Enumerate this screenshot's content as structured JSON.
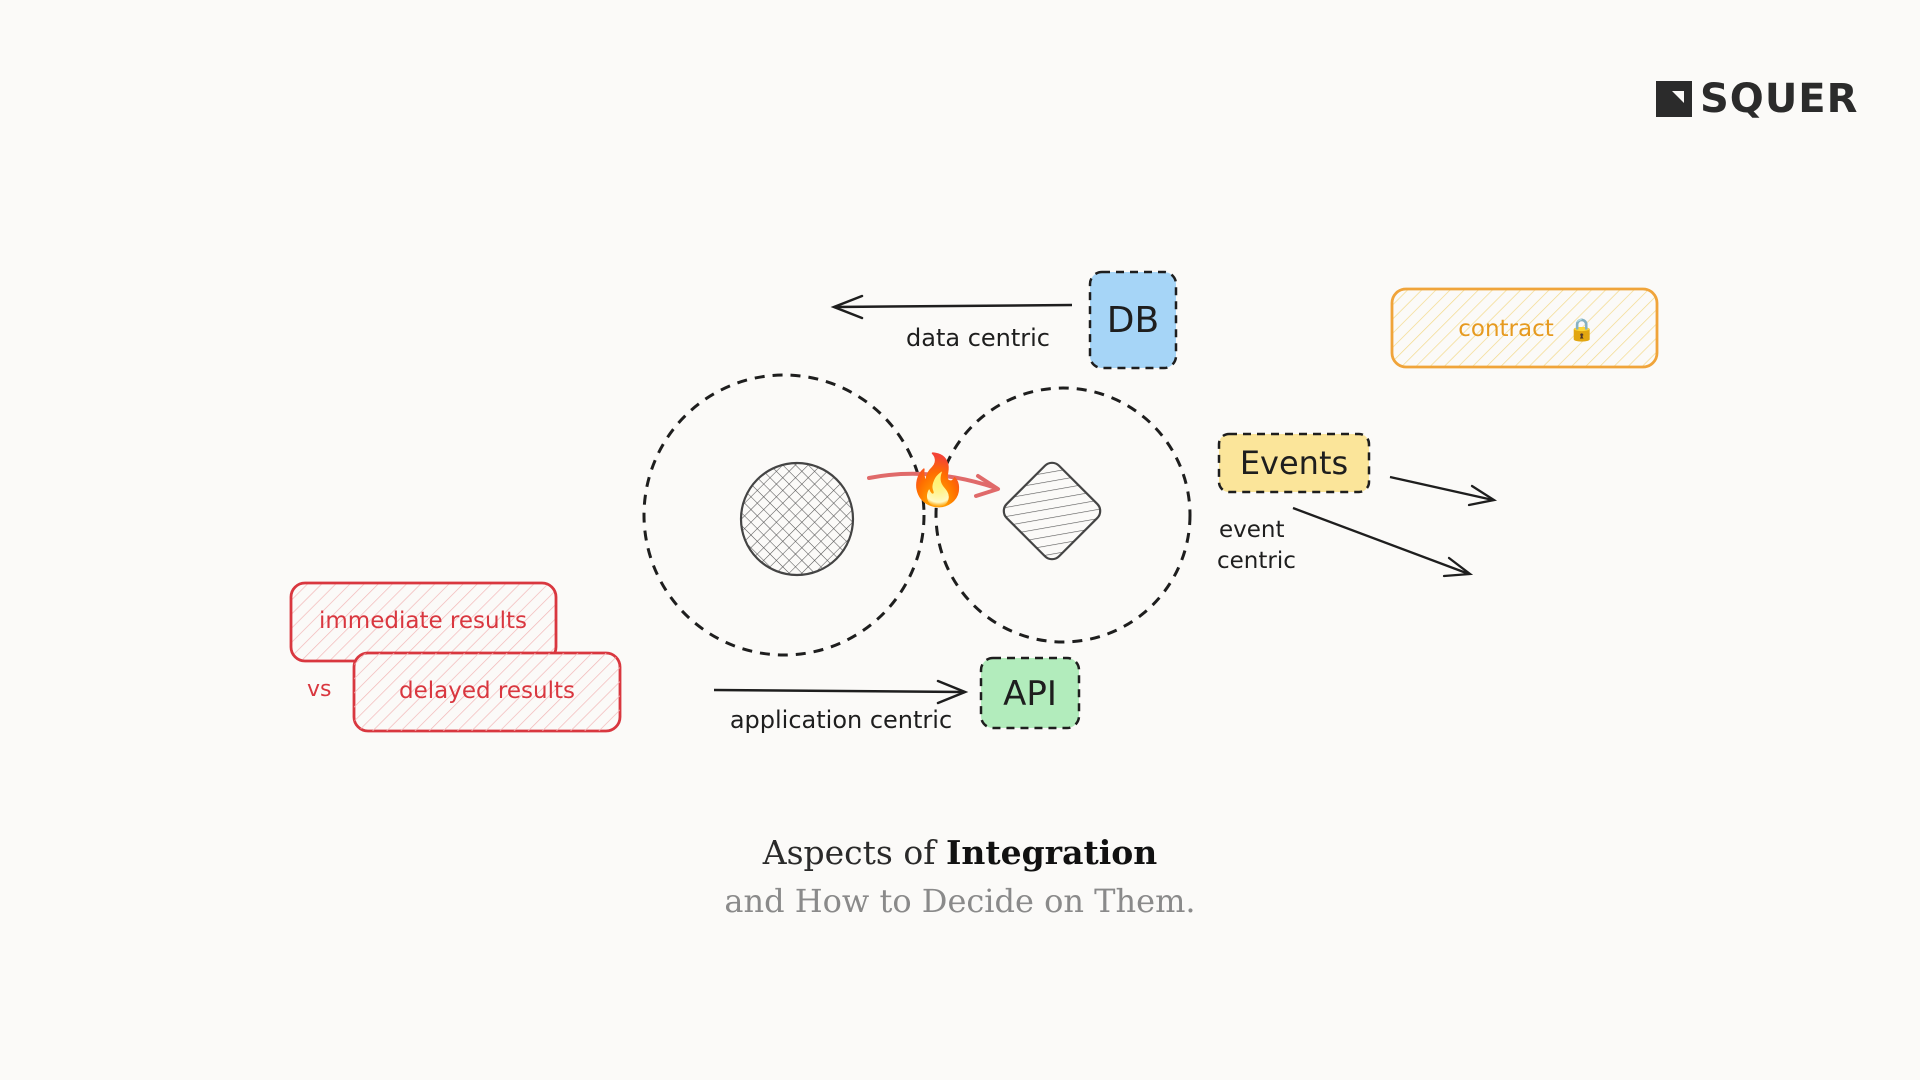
{
  "brand": {
    "name": "SQUER",
    "logo_icon": "squer-logo-icon"
  },
  "boxes": {
    "db": "DB",
    "api": "API",
    "events": "Events",
    "contract": "contract",
    "contract_icon": "🔒",
    "immediate": "immediate results",
    "delayed": "delayed results"
  },
  "labels": {
    "data_centric": "data centric",
    "application_centric": "application centric",
    "event_line1": "event",
    "event_line2": "centric",
    "vs": "vs",
    "fire": "🔥"
  },
  "caption": {
    "title_prefix": "Aspects of ",
    "title_bold": "Integration",
    "subtitle": "and How to Decide on Them."
  },
  "colors": {
    "db_fill": "#a6d5f7",
    "api_fill": "#b2ecbc",
    "events_fill": "#fbe59a",
    "contract_stroke": "#f0a43a",
    "contract_text": "#e69a1f",
    "results_red": "#d9373f",
    "arrow_red": "#e06a6a"
  }
}
